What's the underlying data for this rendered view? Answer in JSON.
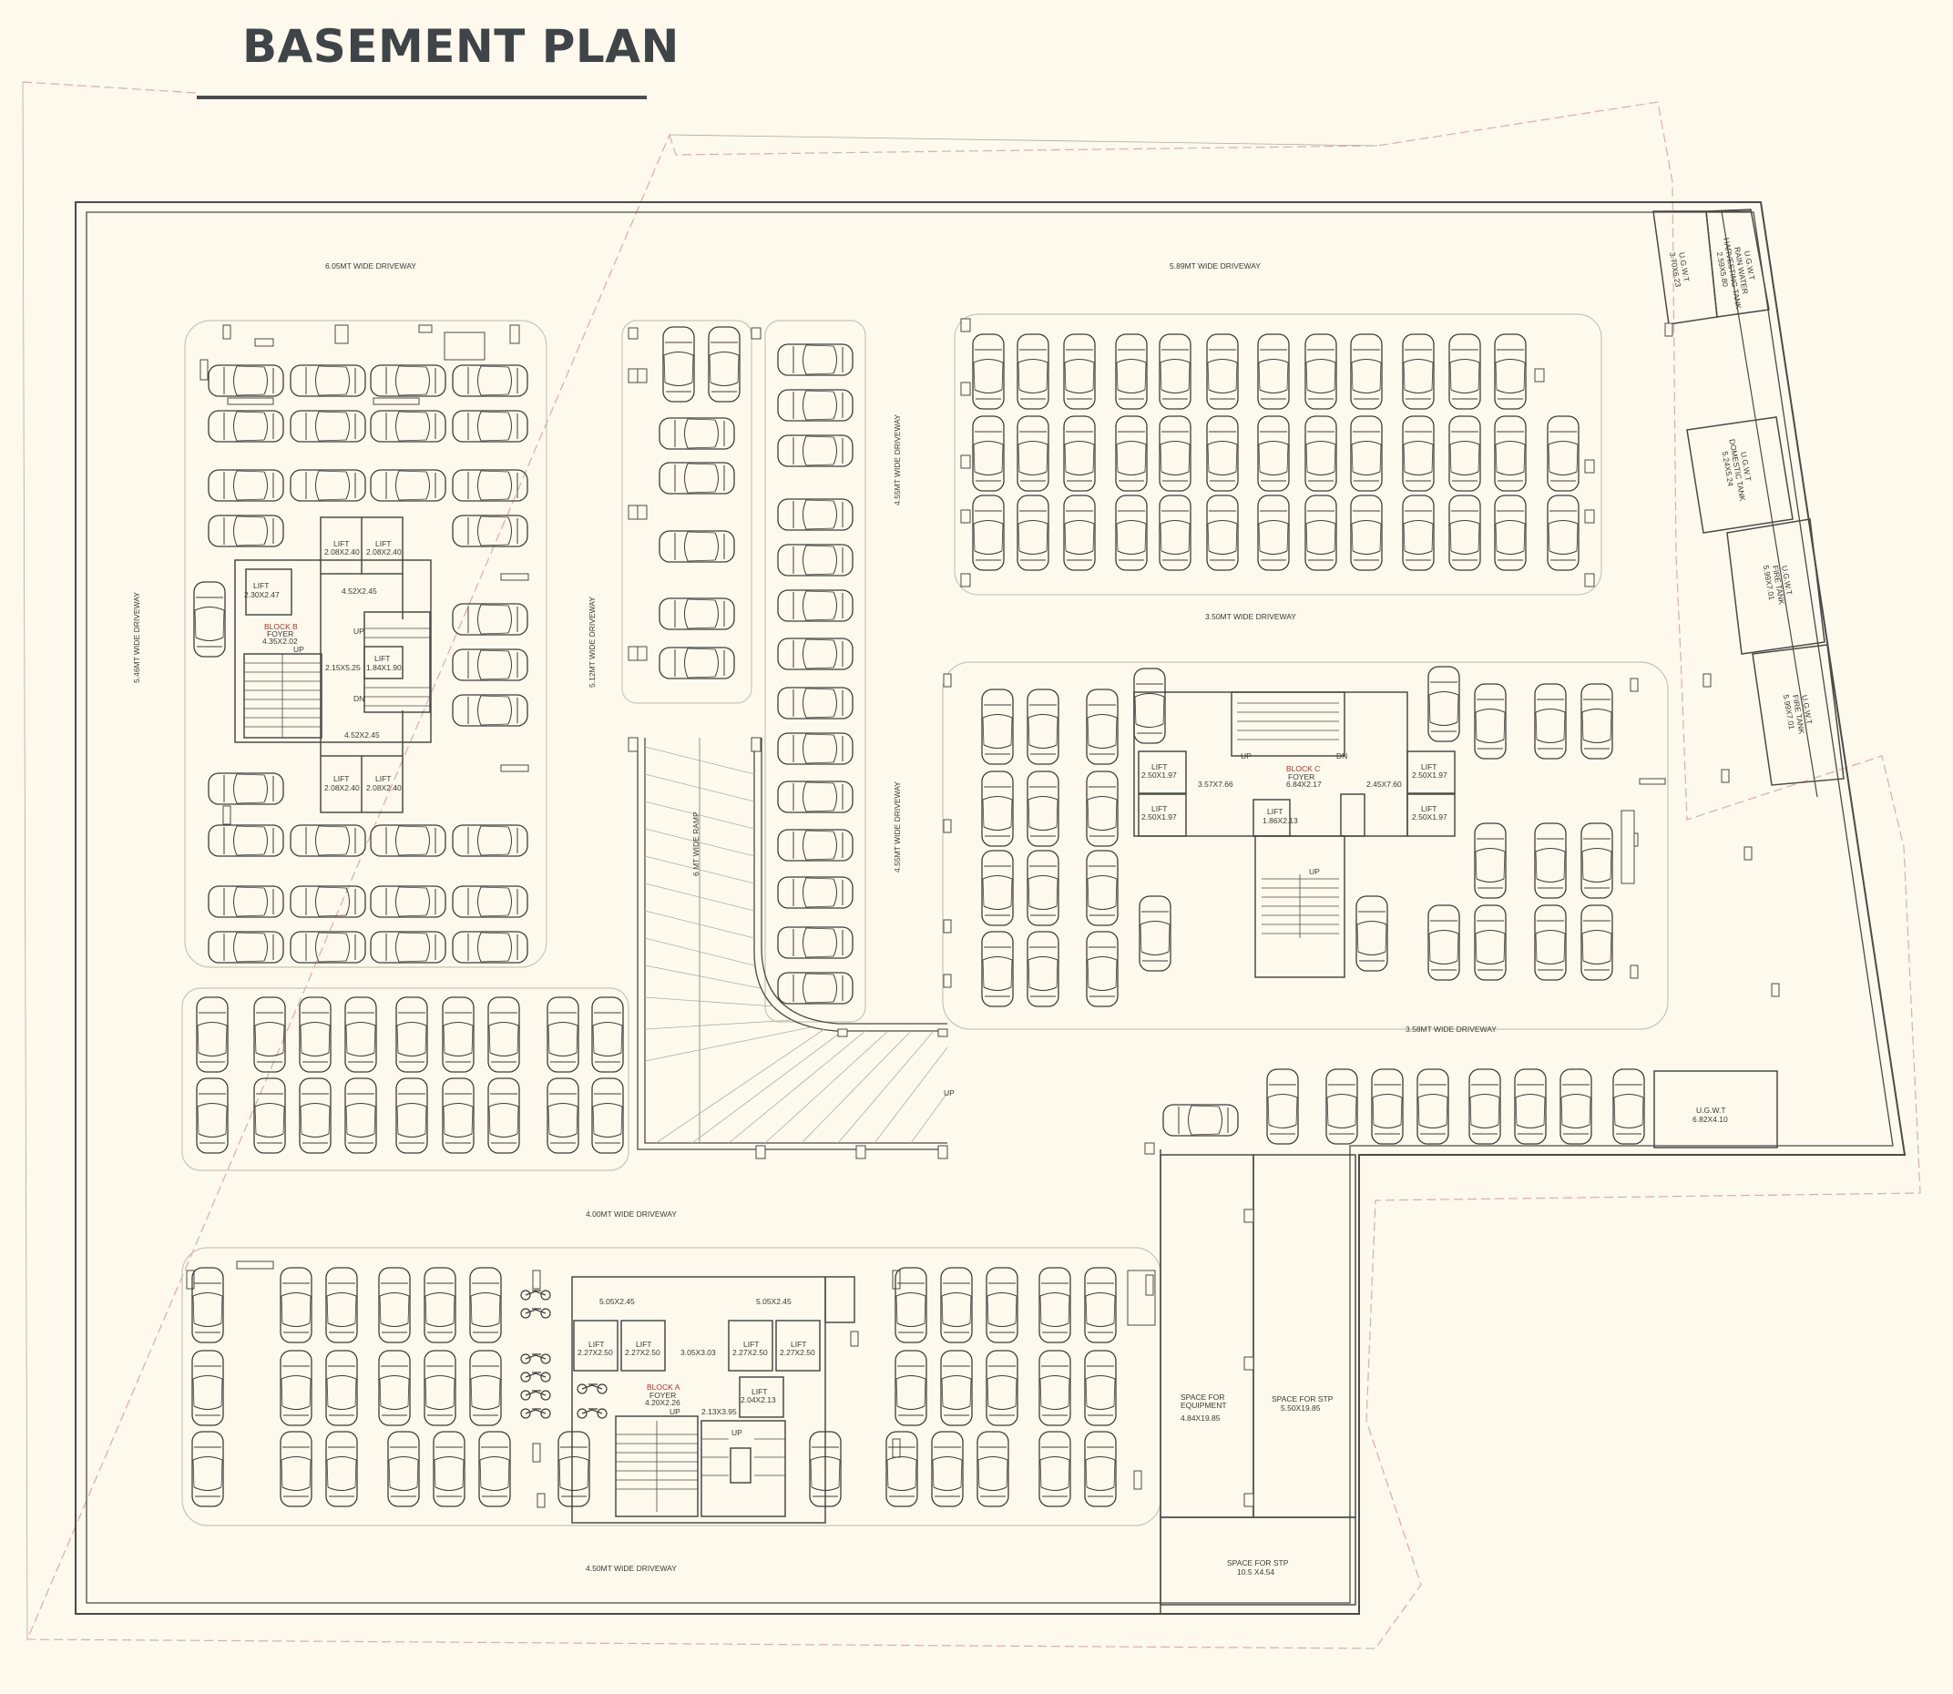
{
  "title": "BASEMENT PLAN",
  "driveways": {
    "top_left": "6.05MT WIDE DRIVEWAY",
    "top_right": "5.89MT WIDE DRIVEWAY",
    "left_vertical": "5.46MT WIDE DRIVEWAY",
    "center_vertical": "5.12MT WIDE DRIVEWAY",
    "ramp_upper": "4.55MT WIDE DRIVEWAY",
    "ramp_lower": "4.55MT WIDE DRIVEWAY",
    "ramp": "6 MT WIDE RAMP",
    "mid_right": "3.50MT WIDE DRIVEWAY",
    "right_lower": "3.58MT WIDE DRIVEWAY",
    "middle": "4.00MT WIDE DRIVEWAY",
    "bottom": "4.50MT WIDE DRIVEWAY"
  },
  "ramp_up": "UP",
  "block_b": {
    "name": "BLOCK B",
    "foyer": "FOYER",
    "foyer_dim": "4.35X2.02",
    "lift_top_1": "LIFT",
    "lift_top_1_dim": "2.08X2.40",
    "lift_top_2": "LIFT",
    "lift_top_2_dim": "2.08X2.40",
    "lift_left": "LIFT",
    "lift_left_dim": "2.30X2.47",
    "lift_mid": "LIFT",
    "lift_mid_dim": "1.84X1.90",
    "lift_bot_1": "LIFT",
    "lift_bot_1_dim": "2.08X2.40",
    "lift_bot_2": "LIFT",
    "lift_bot_2_dim": "2.08X2.40",
    "lobby_top": "4.52X2.45",
    "lobby_bot": "4.52X2.45",
    "stair": "2.15X5.25",
    "up1": "UP",
    "up2": "UP",
    "dn": "DN"
  },
  "block_c": {
    "name": "BLOCK C",
    "foyer": "FOYER",
    "foyer_dim": "6.84X2.17",
    "lift_l1": "LIFT",
    "lift_l1_dim": "2.50X1.97",
    "lift_l2": "LIFT",
    "lift_l2_dim": "2.50X1.97",
    "lift_r1": "LIFT",
    "lift_r1_dim": "2.50X1.97",
    "lift_r2": "LIFT",
    "lift_r2_dim": "2.50X1.97",
    "lift_mid": "LIFT",
    "lift_mid_dim": "1.86X2.13",
    "lobby_l": "3.57X7.66",
    "lobby_r": "2.45X7.60",
    "up1": "UP",
    "dn": "DN",
    "up2": "UP"
  },
  "block_a": {
    "name": "BLOCK A",
    "foyer": "FOYER",
    "foyer_dim": "4.20X2.26",
    "lobby_l": "5.05X2.45",
    "lobby_r": "5.05X2.45",
    "lift_1": "LIFT",
    "lift_1_dim": "2.27X2.50",
    "lift_2": "LIFT",
    "lift_2_dim": "2.27X2.50",
    "lift_3": "LIFT",
    "lift_3_dim": "2.27X2.50",
    "lift_4": "LIFT",
    "lift_4_dim": "2.27X2.50",
    "lift_5": "LIFT",
    "lift_5_dim": "2.04X2.13",
    "center": "3.05X3.03",
    "stair": "2.13X3.95",
    "up1": "UP",
    "up2": "UP"
  },
  "tanks": {
    "t1_a": "U.G.W.T",
    "t1_b": "3.70X6.23",
    "t2_a": "U.G.W.T",
    "t2_b": "RAIN WATER",
    "t2_c": "HARVESTING TANK",
    "t2_d": "2.59X5.80",
    "t3_a": "U.G.W.T",
    "t3_b": "DOMESTIC TANK",
    "t3_c": "5.24X5.24",
    "t4_a": "U.G.W.T",
    "t4_b": "FIRE TANK",
    "t4_c": "5.99X7.01",
    "t5_a": "U.G.W.T",
    "t5_b": "FIRE TANK",
    "t5_c": "5.99X7.01",
    "t6_a": "U.G.W.T",
    "t6_b": "6.82X4.10"
  },
  "rooms": {
    "equip_a": "SPACE FOR",
    "equip_b": "EQUIPMENT",
    "equip_c": "4.84X19.85",
    "stp1_a": "SPACE FOR STP",
    "stp1_b": "5.50X19.85",
    "stp2_a": "SPACE FOR STP",
    "stp2_b": "10.5 X4.54"
  }
}
